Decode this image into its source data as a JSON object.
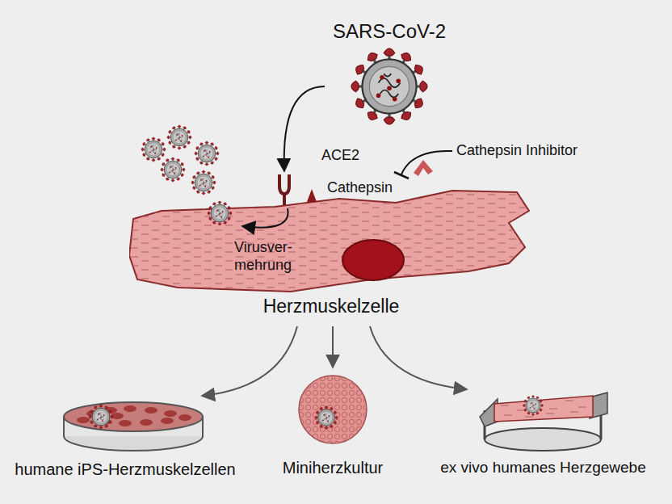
{
  "diagram": {
    "nodes": [
      {
        "text": [
          "SARS-CoV-2"
        ]
      },
      {
        "text": [
          "Virusver- mehrung",
          "Herzmuskelzelle"
        ]
      },
      {
        "text": [
          "humane iPS-Herzmuskelzellen"
        ]
      },
      {
        "text": [
          "Miniherzkultur"
        ]
      },
      {
        "text": [
          "ex vivo humanes Herzgewebe"
        ]
      }
    ],
    "edges": [
      {
        "from": 0,
        "to": 1,
        "arrow": "to"
      },
      {
        "from": 1,
        "to": 2,
        "arrow": "to"
      },
      {
        "from": 1,
        "to": 3,
        "arrow": "to"
      },
      {
        "from": 1,
        "to": 4,
        "arrow": "to"
      }
    ],
    "labels": [
      "ACE2",
      "Cathepsin Inhibitor",
      "Cathepsin"
    ]
  }
}
